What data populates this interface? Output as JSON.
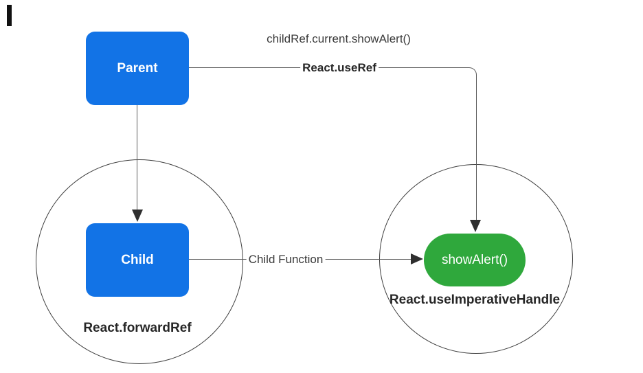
{
  "diagram": {
    "nodes": {
      "parent": {
        "label": "Parent",
        "fill": "#1273E6",
        "text_color": "#ffffff"
      },
      "child": {
        "label": "Child",
        "fill": "#1273E6",
        "text_color": "#ffffff"
      },
      "show_alert": {
        "label": "showAlert()",
        "fill": "#2FA83C",
        "text_color": "#ffffff"
      }
    },
    "groups": {
      "forward_ref": {
        "label": "React.forwardRef"
      },
      "use_imperative_handle": {
        "label": "React.useImperativeHandle"
      }
    },
    "edges": {
      "parent_to_showalert": {
        "caption_above": "childRef.current.showAlert()",
        "label_on_line": "React.useRef"
      },
      "child_to_showalert": {
        "label": "Child Function"
      }
    },
    "colors": {
      "line": "#595959",
      "circle_stroke": "#3d3d3d",
      "arrowhead": "#2f2f2f",
      "caret_artifact": "#111111",
      "background": "#ffffff"
    }
  }
}
